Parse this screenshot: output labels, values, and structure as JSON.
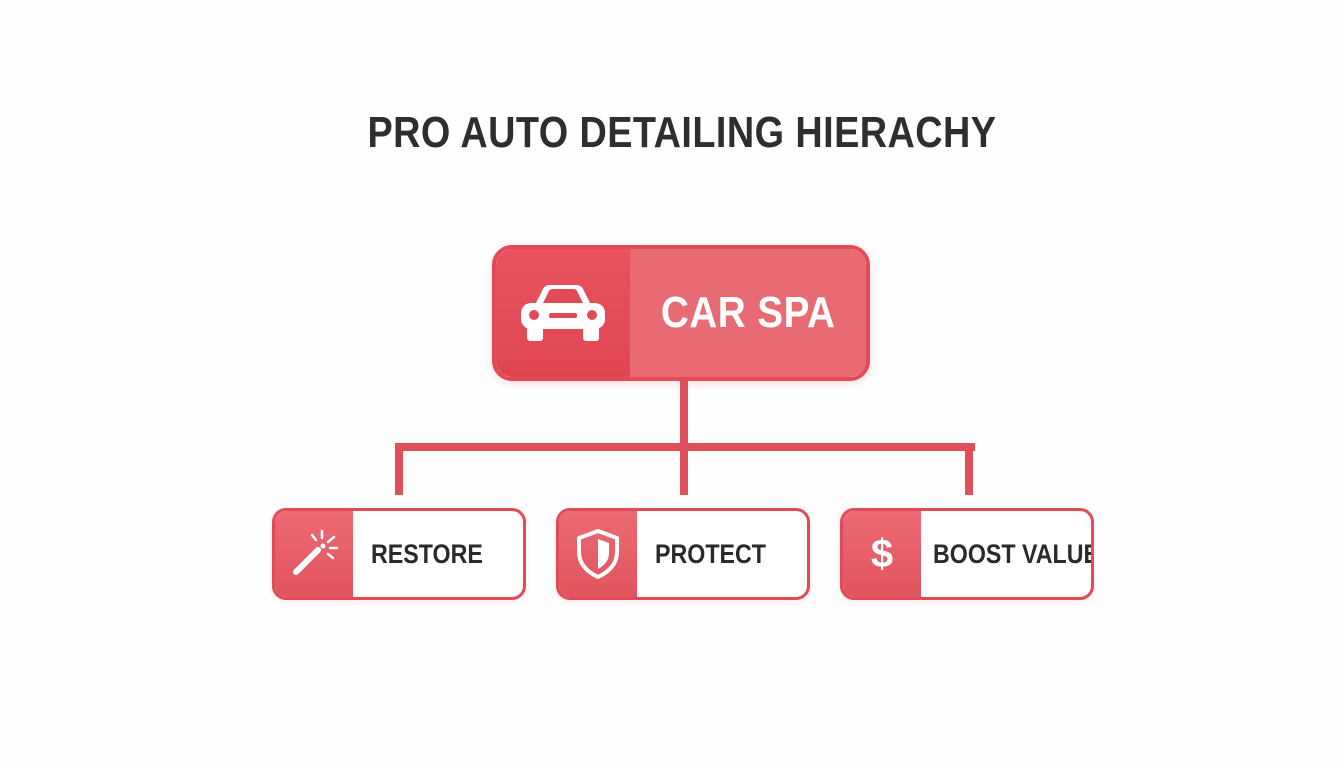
{
  "title": "PRO AUTO DETAILING HIERACHY",
  "root": {
    "label": "CAR SPA",
    "icon": "car-icon"
  },
  "children": [
    {
      "label": "RESTORE",
      "icon": "magic-wand-icon"
    },
    {
      "label": "PROTECT",
      "icon": "shield-icon"
    },
    {
      "label": "BOOST VALUE",
      "icon": "dollar-icon",
      "icon_glyph": "$"
    }
  ],
  "colors": {
    "accent": "#e04b55",
    "accent_light": "#e86a72",
    "text_dark": "#2e2e2e",
    "background": "#ffffff"
  }
}
